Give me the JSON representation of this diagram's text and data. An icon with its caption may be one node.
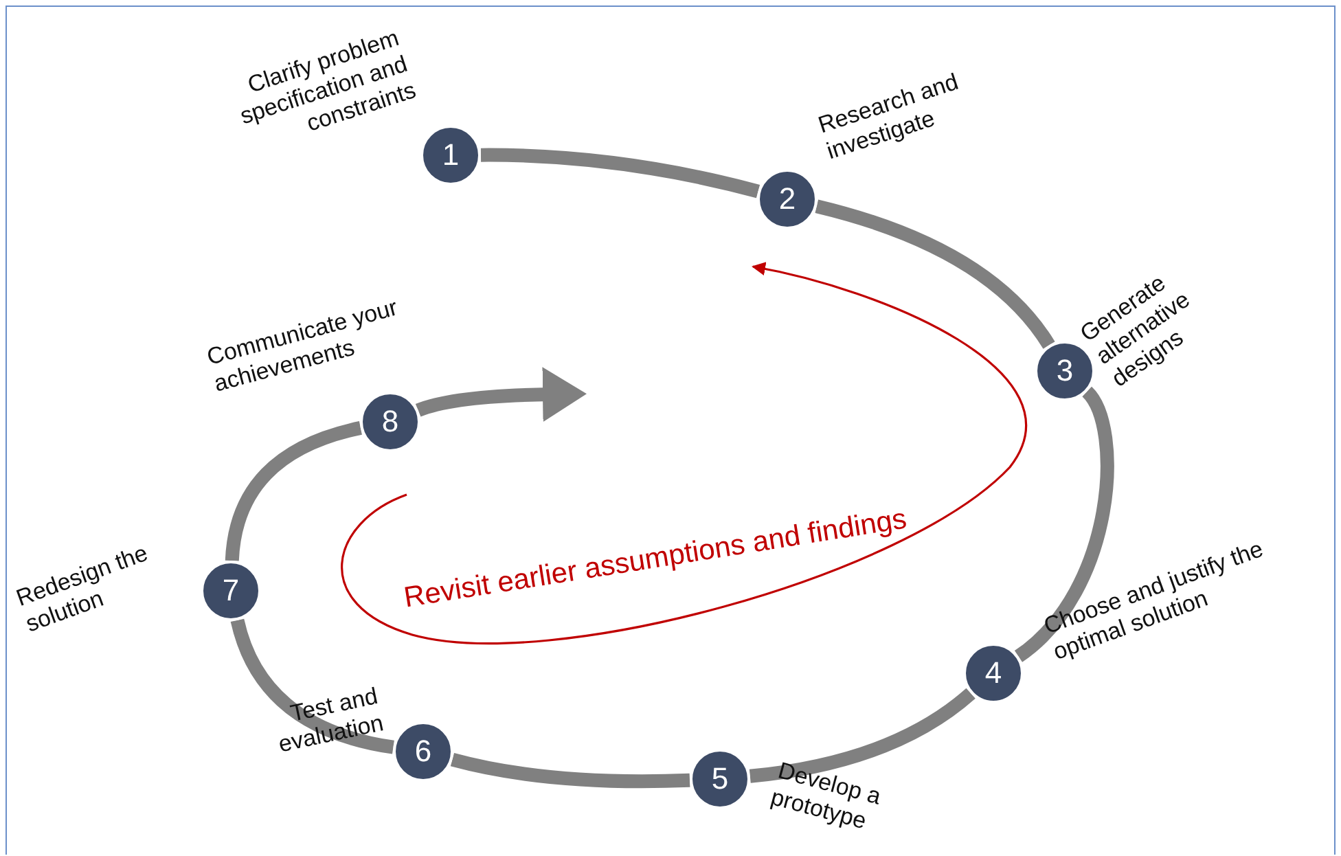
{
  "diagram": {
    "nodes": [
      {
        "text": [
          "1"
        ],
        "beside": [
          "Clarify problem specification and constraints"
        ]
      },
      {
        "text": [
          "2"
        ],
        "beside": [
          "Research and investigate"
        ]
      },
      {
        "text": [
          "3"
        ],
        "beside": [
          "Generate alternative designs"
        ]
      },
      {
        "text": [
          "4"
        ],
        "beside": [
          "Choose and justify the optimal solution"
        ]
      },
      {
        "text": [
          "5"
        ],
        "beside": [
          "Develop a prototype"
        ]
      },
      {
        "text": [
          "6"
        ],
        "beside": [
          "Test and evaluation"
        ]
      },
      {
        "text": [
          "7"
        ],
        "beside": [
          "Redesign the solution"
        ]
      },
      {
        "text": [
          "8"
        ],
        "beside": [
          "Communicate your achievements"
        ]
      }
    ],
    "edges": [
      {
        "from": 0,
        "to": 1,
        "arrow": "none"
      },
      {
        "from": 1,
        "to": 2,
        "arrow": "none"
      },
      {
        "from": 2,
        "to": 3,
        "arrow": "none"
      },
      {
        "from": 3,
        "to": 4,
        "arrow": "none"
      },
      {
        "from": 4,
        "to": 5,
        "arrow": "none"
      },
      {
        "from": 5,
        "to": 6,
        "arrow": "none"
      },
      {
        "from": 6,
        "to": 7,
        "arrow": "none"
      },
      {
        "from": 7,
        "to": null,
        "arrow": "to"
      }
    ],
    "labels": [
      "Revisit earlier assumptions and findings"
    ]
  }
}
